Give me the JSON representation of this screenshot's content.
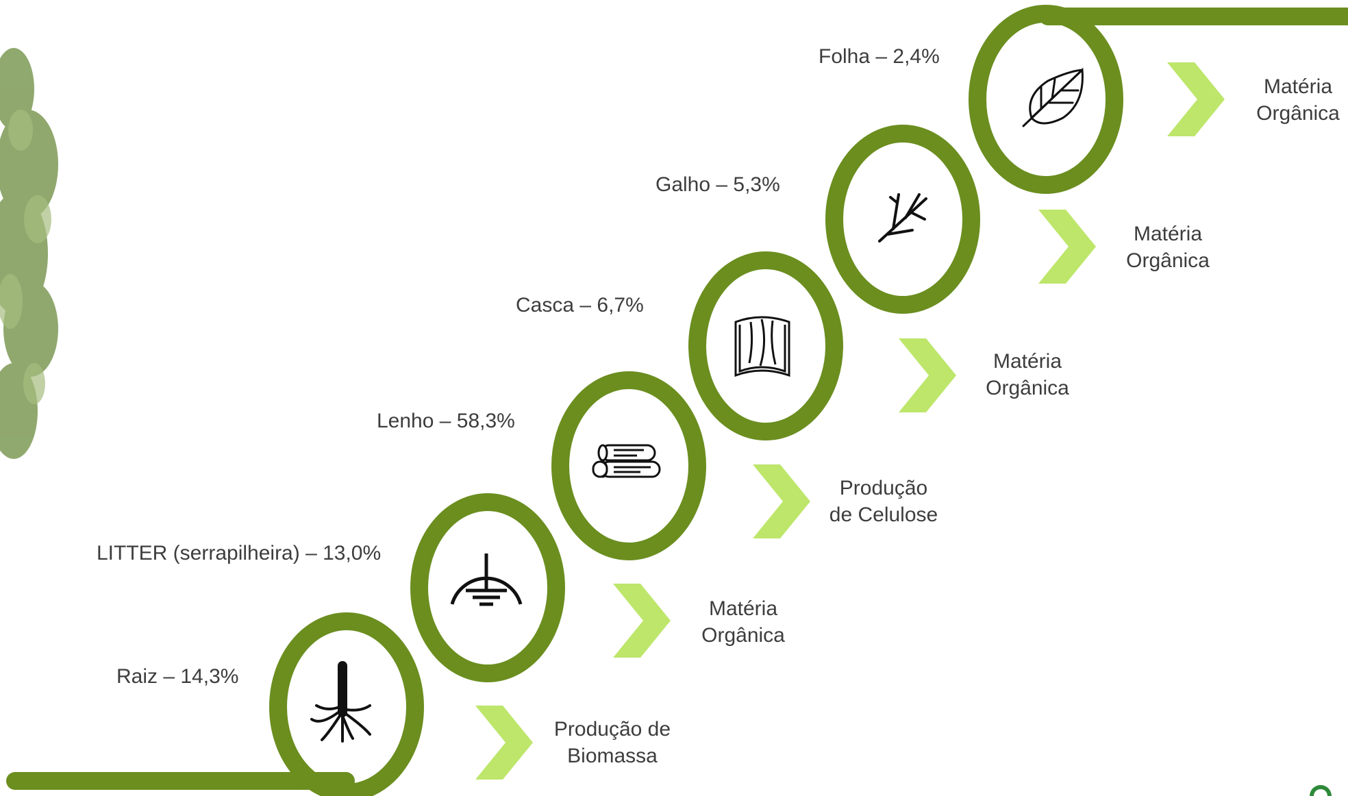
{
  "colors": {
    "ring": "#6b8e1f",
    "chevron": "#bde66b",
    "text": "#3d3d3d",
    "icon": "#111111",
    "foliage": "#7d9a55"
  },
  "steps": [
    {
      "label": "Raiz – 14,3%",
      "icon": "root-icon",
      "output": "Produção de\nBiomassa"
    },
    {
      "label": "LITTER (serrapilheira) – 13,0%",
      "icon": "ground-symbol-icon",
      "output": "Matéria\nOrgânica"
    },
    {
      "label": "Lenho – 58,3%",
      "icon": "logs-icon",
      "output": "Produção\nde Celulose"
    },
    {
      "label": "Casca – 6,7%",
      "icon": "bark-icon",
      "output": "Matéria\nOrgânica"
    },
    {
      "label": "Galho –  5,3%",
      "icon": "branch-icon",
      "output": "Matéria\nOrgânica"
    },
    {
      "label": "Folha – 2,4%",
      "icon": "leaf-icon",
      "output": "Matéria\nOrgânica"
    }
  ]
}
